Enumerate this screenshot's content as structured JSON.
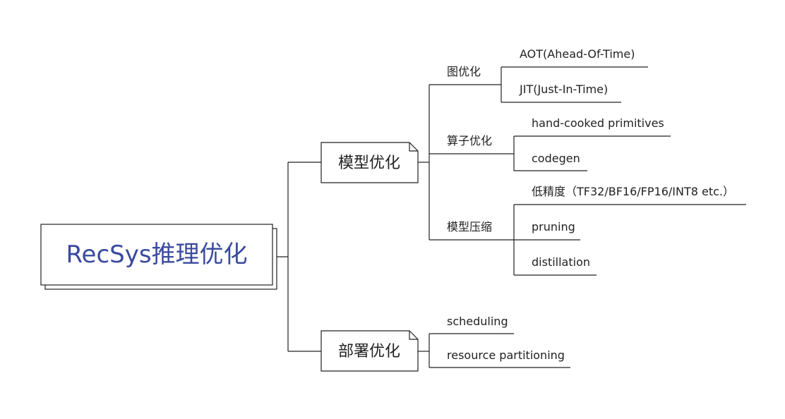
{
  "root": {
    "label": "RecSys推理优化"
  },
  "branches": [
    {
      "label": "模型优化",
      "children": [
        {
          "label": "图优化",
          "children": [
            {
              "label": "AOT(Ahead-Of-Time)"
            },
            {
              "label": "JIT(Just-In-Time)"
            }
          ]
        },
        {
          "label": "算子优化",
          "children": [
            {
              "label": "hand-cooked primitives"
            },
            {
              "label": "codegen"
            }
          ]
        },
        {
          "label": "模型压缩",
          "children": [
            {
              "label": "低精度（TF32/BF16/FP16/INT8 etc.）"
            },
            {
              "label": "pruning"
            },
            {
              "label": "distillation"
            }
          ]
        }
      ]
    },
    {
      "label": "部署优化",
      "children": [
        {
          "label": "scheduling"
        },
        {
          "label": "resource partitioning"
        }
      ]
    }
  ],
  "colors": {
    "root_text": "#3a4a9f",
    "line": "#222222",
    "box_fill": "#ffffff"
  }
}
